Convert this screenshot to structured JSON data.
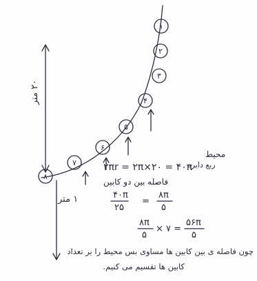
{
  "circle_labels": [
    "۱",
    "۲",
    "۳",
    "۴",
    "۵",
    "۶",
    "۷",
    "۸"
  ],
  "left_dimension": "۲۰ متر",
  "bottom_dimension": "۱ متر",
  "top_right_words": [
    "محیط",
    "ربع دایره"
  ],
  "equation_1": "۲πr = ۲π×۲۰ = ۴۰π",
  "distance_label": "فاصله بین دو کابین",
  "frac_1_num": "۴۰π",
  "frac_1_den": "۲۵",
  "frac_2_num": "۸π",
  "frac_2_den": "۵",
  "equation_3_left_num": "۸π",
  "equation_3_left_den": "۵",
  "equation_3_mult": "× ۷ =",
  "equation_3_right_num": "۵۶π",
  "equation_3_right_den": "۵",
  "bottom_line_1": "چون فاصله ی بین کابین ها مساوی بس محیط را بر تعداد",
  "bottom_line_2": "کابین ها تقسیم می کنیم."
}
